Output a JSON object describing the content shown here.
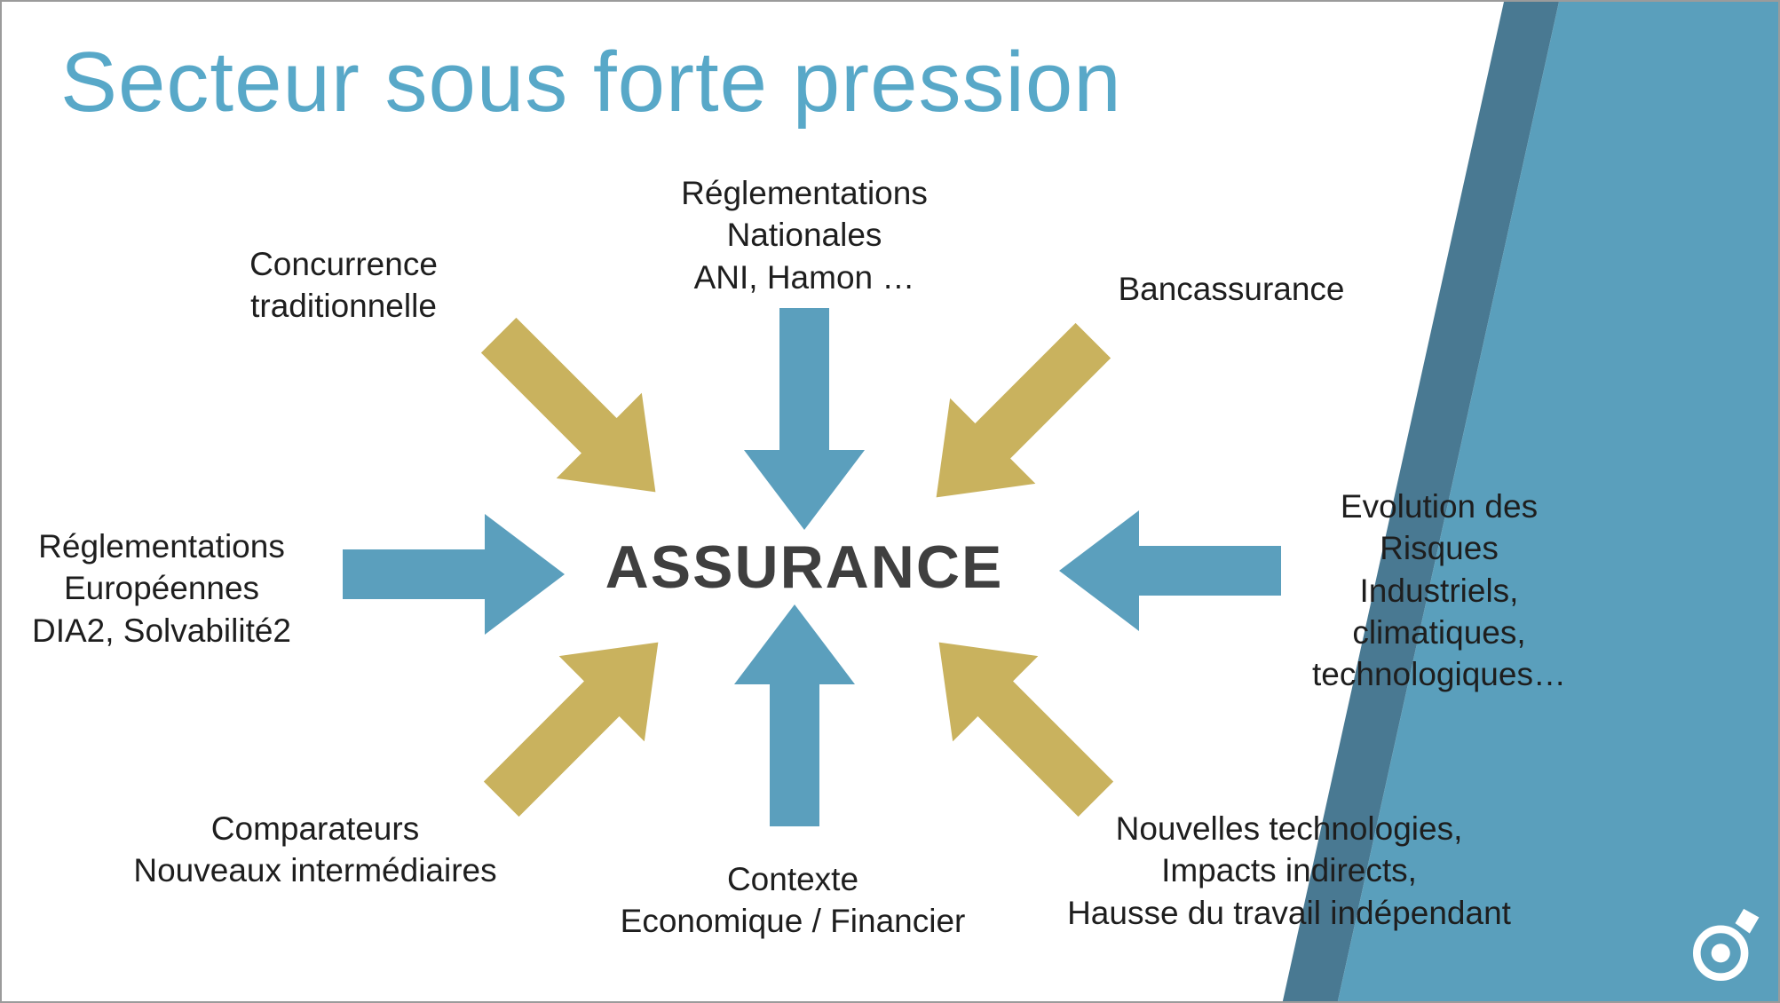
{
  "slide": {
    "title": "Secteur sous forte pression",
    "center_label": "ASSURANCE"
  },
  "factors": {
    "reglementations_nationales": "Réglementations\nNationales\nANI, Hamon …",
    "concurrence": "Concurrence\ntraditionnelle",
    "bancassurance": "Bancassurance",
    "reglementations_europeennes": "Réglementations\nEuropéennes\nDIA2, Solvabilité2",
    "evolution_risques": "Evolution des\nRisques\nIndustriels,\nclimatiques,\ntechnologiques…",
    "comparateurs": "Comparateurs\nNouveaux intermédiaires",
    "contexte": "Contexte\nEconomique / Financier",
    "nouvelles_technologies": "Nouvelles technologies,\nImpacts indirects,\nHausse du travail indépendant"
  },
  "colors": {
    "title_blue": "#58a8c8",
    "arrow_blue": "#5b9fbd",
    "arrow_gold": "#c9b25e",
    "band_blue": "#497992",
    "panel_blue": "#5a9fbc",
    "text_dark": "#1e1e1e",
    "center_text": "#3f3f3f"
  }
}
